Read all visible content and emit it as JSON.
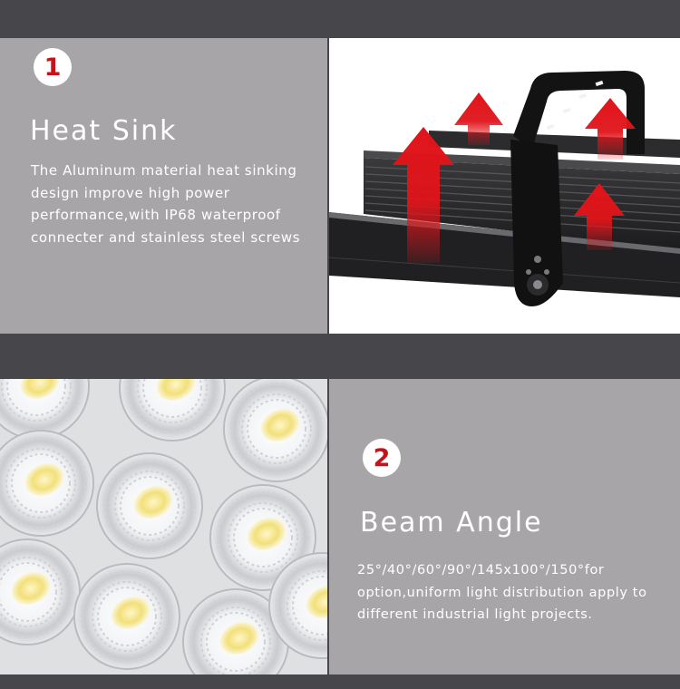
{
  "features": [
    {
      "number": "1",
      "title": "Heat Sink",
      "description": "The Aluminum material heat sinking design improve high power performance,with IP68 waterproof connecter and stainless steel screws",
      "image_desc": "heat-sink-photo"
    },
    {
      "number": "2",
      "title": "Beam Angle",
      "description": "25°/40°/60°/90°/145x100°/150°for option,uniform light distribution apply to different industrial light projects.",
      "image_desc": "led-lens-array-photo"
    }
  ],
  "colors": {
    "background": "#47464b",
    "panel": "#a7a5a8",
    "badge_number": "#c4141b",
    "arrow": "#e0141a"
  }
}
